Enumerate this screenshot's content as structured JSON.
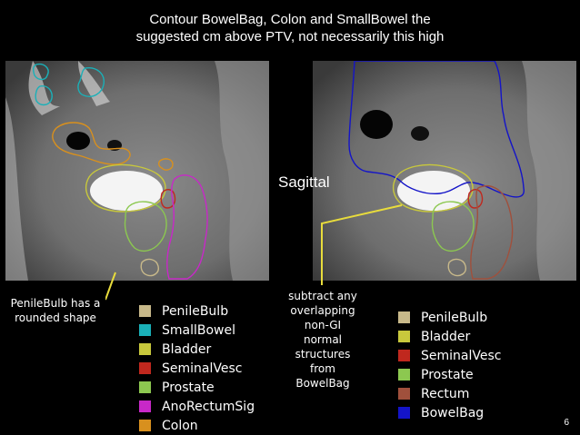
{
  "title": {
    "line1": "Contour BowelBag, Colon and SmallBowel the",
    "line2": "suggested cm above PTV, not necessarily this high"
  },
  "panel_label": "Sagittal",
  "callouts": {
    "penile_line1": "PenileBulb has a",
    "penile_line2": "rounded shape",
    "subtract_lines": [
      "subtract any",
      "overlapping",
      "non-GI",
      "normal",
      "structures",
      "from",
      "BowelBag"
    ]
  },
  "legend_left": [
    {
      "label": "PenileBulb",
      "color": "#c8b98a"
    },
    {
      "label": "SmallBowel",
      "color": "#1ab0b8"
    },
    {
      "label": "Bladder",
      "color": "#c8c83c"
    },
    {
      "label": "SeminalVesc",
      "color": "#c0281e"
    },
    {
      "label": "Prostate",
      "color": "#8cc850"
    },
    {
      "label": "AnoRectumSig",
      "color": "#c828c8"
    },
    {
      "label": "Colon",
      "color": "#d8901e"
    }
  ],
  "legend_right": [
    {
      "label": "PenileBulb",
      "color": "#c8b98a"
    },
    {
      "label": "Bladder",
      "color": "#c8c83c"
    },
    {
      "label": "SeminalVesc",
      "color": "#c0281e"
    },
    {
      "label": "Prostate",
      "color": "#8cc850"
    },
    {
      "label": "Rectum",
      "color": "#a0503c"
    },
    {
      "label": "BowelBag",
      "color": "#1414c8"
    }
  ],
  "colors": {
    "pointer": "#e8dc3c",
    "contour_colon": "#d8901e",
    "contour_smallbowel": "#1ab0b8",
    "contour_bladder": "#c8c83c",
    "contour_seminal": "#c0281e",
    "contour_prostate": "#8cc850",
    "contour_anorectum": "#c828c8",
    "contour_penile": "#c8b98a",
    "contour_rectum": "#a0503c",
    "contour_bowelbag": "#1414c8"
  },
  "page_number": "6"
}
